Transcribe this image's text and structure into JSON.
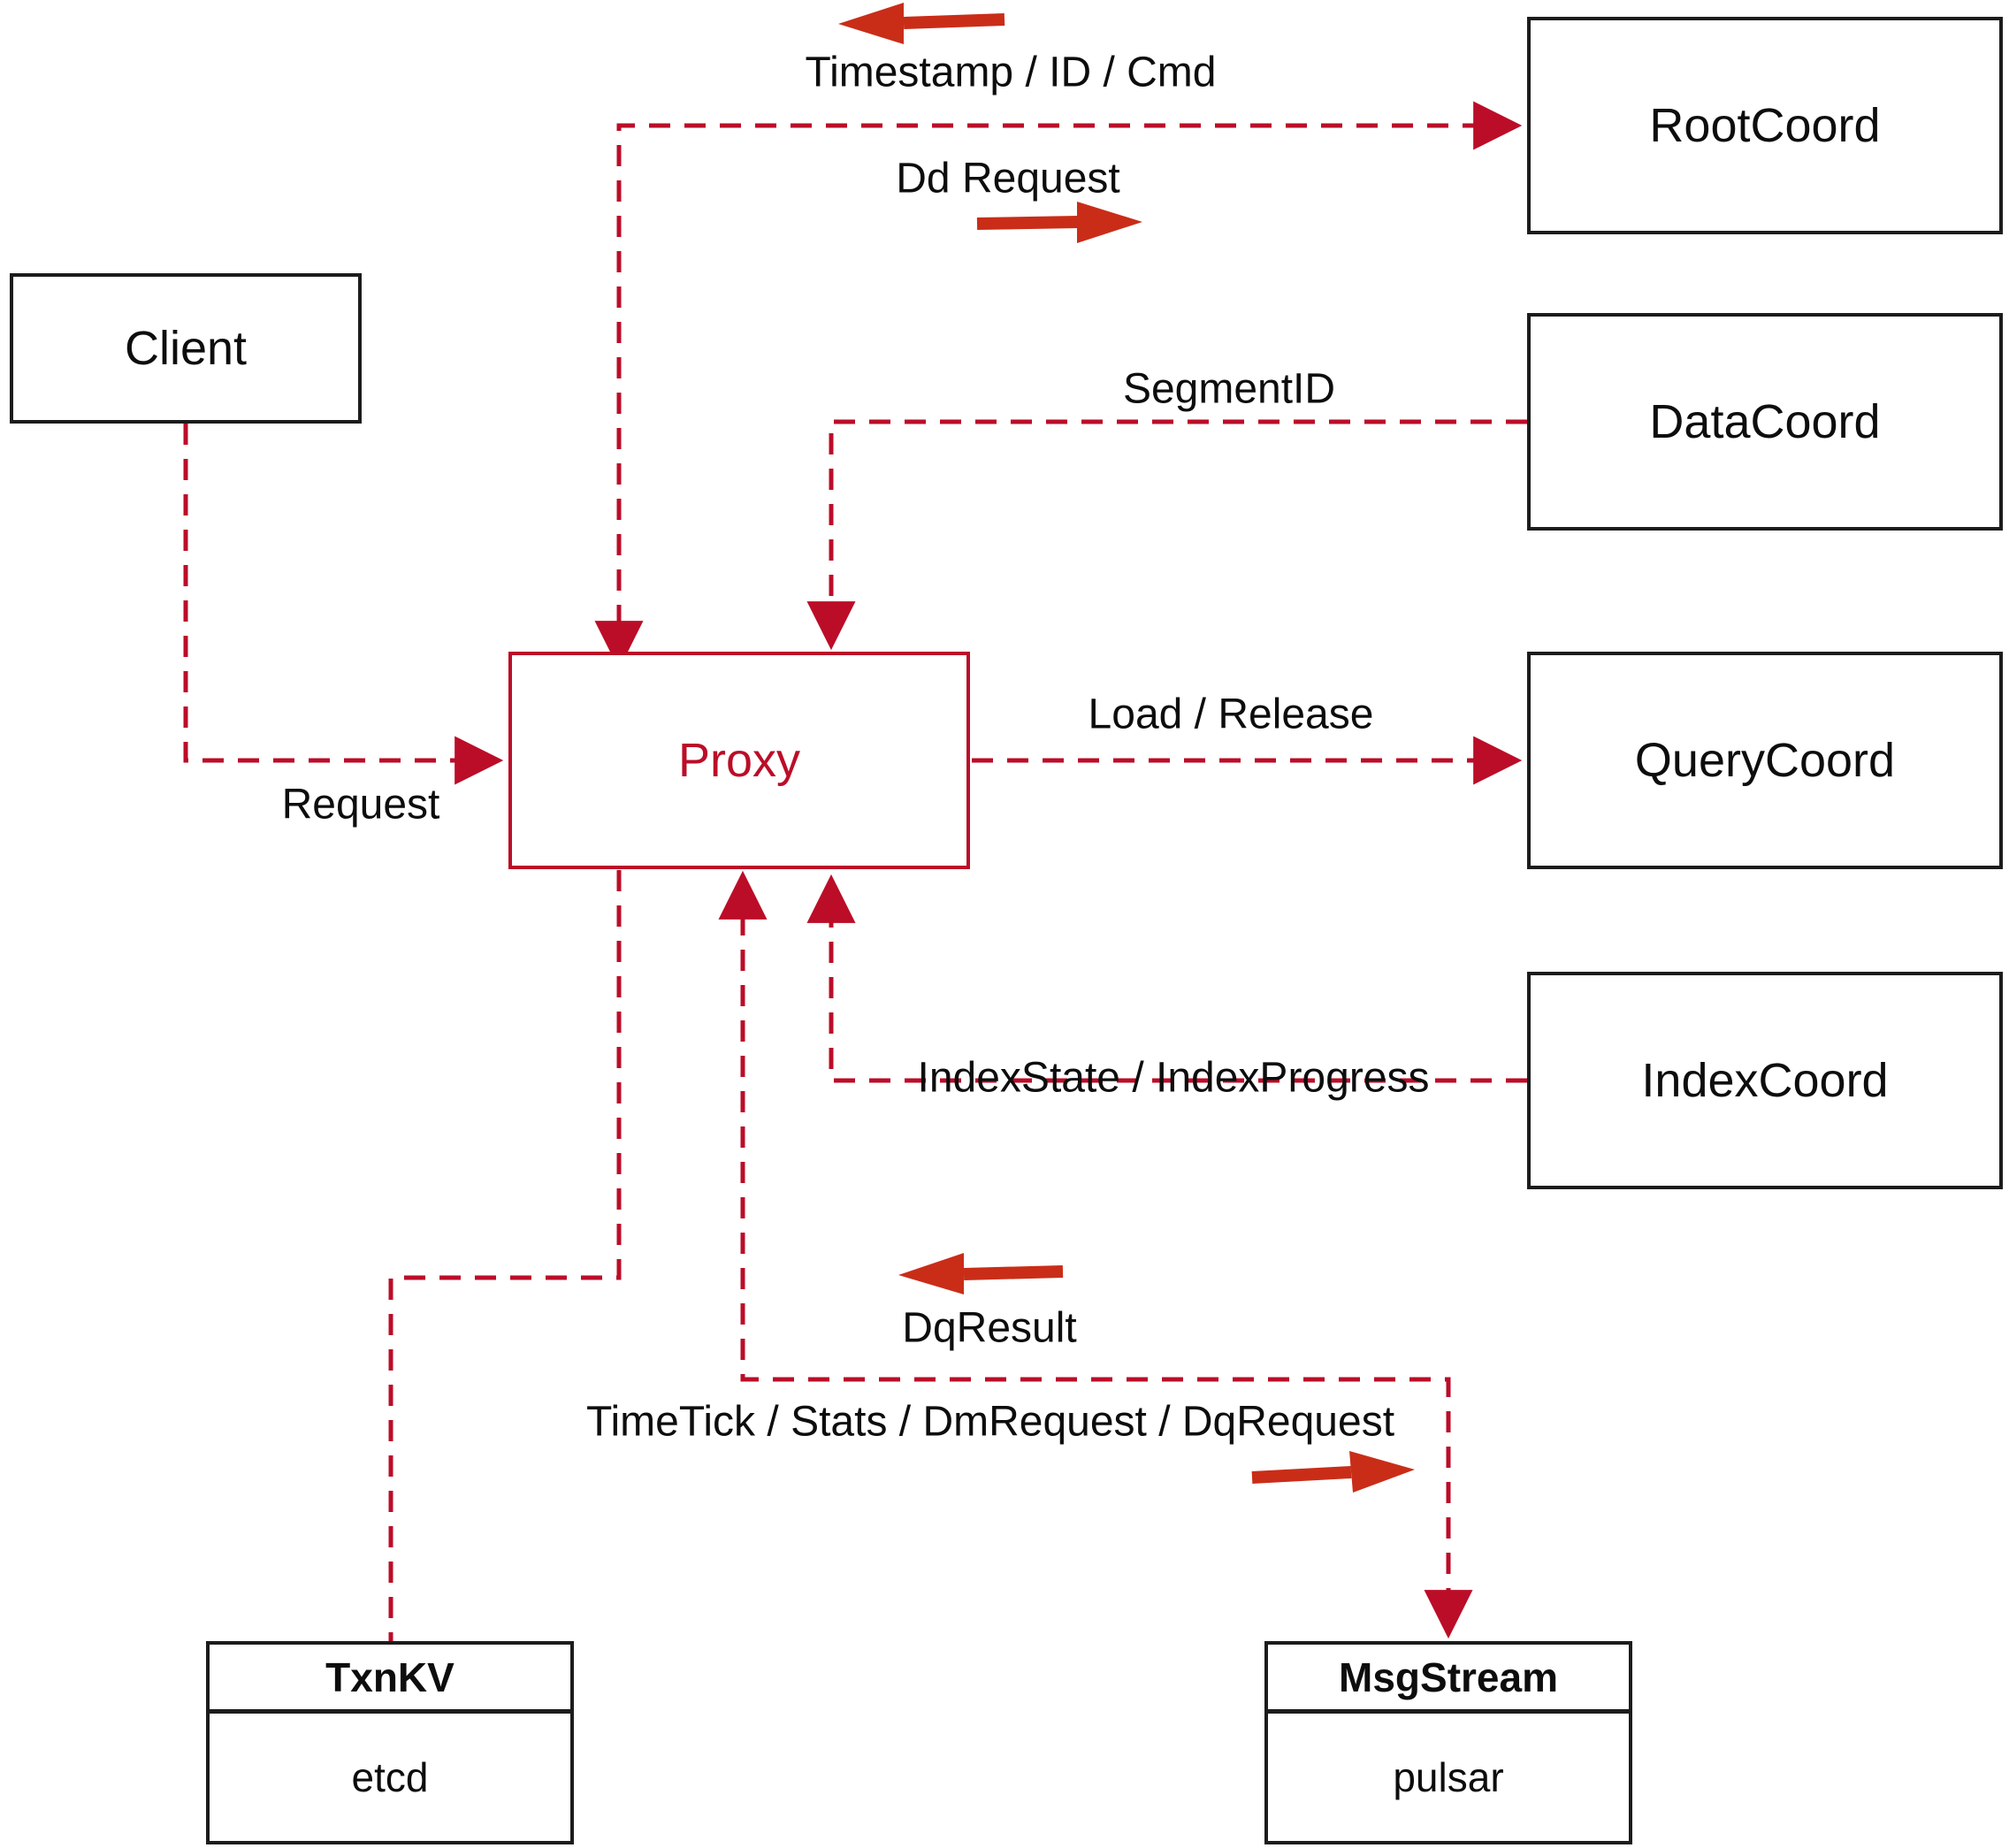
{
  "nodes": {
    "client": "Client",
    "root_coord": "RootCoord",
    "data_coord": "DataCoord",
    "query_coord": "QueryCoord",
    "index_coord": "IndexCoord",
    "proxy": "Proxy",
    "txn_kv": {
      "title": "TxnKV",
      "impl": "etcd"
    },
    "msg_stream": {
      "title": "MsgStream",
      "impl": "pulsar"
    }
  },
  "edge_labels": {
    "timestamp_id_cmd": "Timestamp / ID / Cmd",
    "dd_request": "Dd Request",
    "segment_id": "SegmentID",
    "load_release": "Load / Release",
    "request": "Request",
    "index_state_progress": "IndexState / IndexProgress",
    "dq_result": "DqResult",
    "time_tick_stats": "TimeTick / Stats / DmRequest / DqRequest"
  },
  "colors": {
    "connector": "#bb0d28",
    "solid_arrow": "#c92d18",
    "box_border": "#1c1c1c",
    "text": "#0d0d0d",
    "background": "#ffffff"
  }
}
